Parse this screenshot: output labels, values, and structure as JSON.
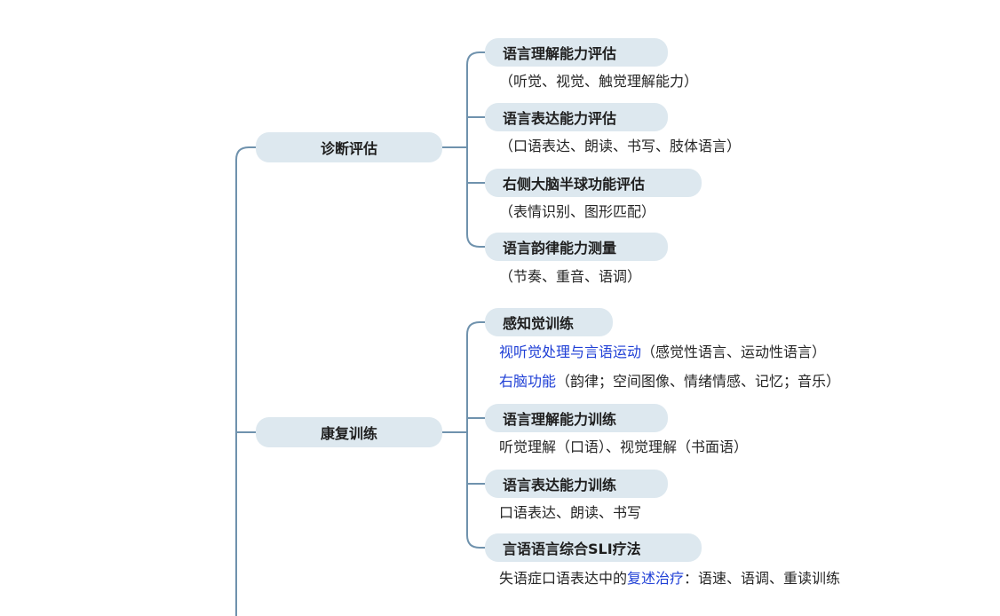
{
  "branches": [
    {
      "label": "诊断评估",
      "children": [
        {
          "label": "语言理解能力评估",
          "notes": [
            [
              {
                "t": "（听觉、视觉、触觉理解能力）"
              }
            ]
          ]
        },
        {
          "label": "语言表达能力评估",
          "notes": [
            [
              {
                "t": "（口语表达、朗读、书写、肢体语言）"
              }
            ]
          ]
        },
        {
          "label": "右侧大脑半球功能评估",
          "notes": [
            [
              {
                "t": "（表情识别、图形匹配）"
              }
            ]
          ]
        },
        {
          "label": "语言韵律能力测量",
          "notes": [
            [
              {
                "t": "（节奏、重音、语调）"
              }
            ]
          ]
        }
      ]
    },
    {
      "label": "康复训练",
      "children": [
        {
          "label": "感知觉训练",
          "notes": [
            [
              {
                "t": "视听觉处理与言语运动",
                "hl": true
              },
              {
                "t": "（感觉性语言、运动性语言）"
              }
            ],
            [
              {
                "t": "右脑功能",
                "hl": true
              },
              {
                "t": "（韵律；空间图像、情绪情感、记忆；音乐）"
              }
            ]
          ]
        },
        {
          "label": "语言理解能力训练",
          "notes": [
            [
              {
                "t": "听觉理解（口语）、视觉理解（书面语）"
              }
            ]
          ]
        },
        {
          "label": "语言表达能力训练",
          "notes": [
            [
              {
                "t": "口语表达、朗读、书写"
              }
            ]
          ]
        },
        {
          "label": "言语语言综合SLI疗法",
          "notes": [
            [
              {
                "t": "失语症口语表达中的"
              },
              {
                "t": "复述治疗",
                "hl": true
              },
              {
                "t": "：语速、语调、重读训练"
              }
            ]
          ]
        }
      ]
    }
  ],
  "colors": {
    "line": "#6f92ad",
    "pill": "#dde8ef",
    "highlight": "#1f3fd6"
  }
}
